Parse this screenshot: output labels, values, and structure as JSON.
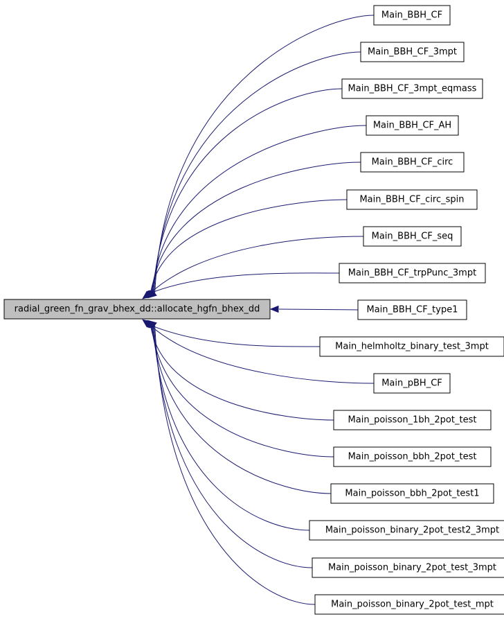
{
  "colors": {
    "root_fill": "#bfbfbf",
    "node_fill": "#ffffff",
    "border": "#000000",
    "edge": "#191970"
  },
  "root": {
    "label": "radial_green_fn_grav_bhex_dd::allocate_hgfn_bhex_dd"
  },
  "callers": [
    {
      "label": "Main_BBH_CF"
    },
    {
      "label": "Main_BBH_CF_3mpt"
    },
    {
      "label": "Main_BBH_CF_3mpt_eqmass"
    },
    {
      "label": "Main_BBH_CF_AH"
    },
    {
      "label": "Main_BBH_CF_circ"
    },
    {
      "label": "Main_BBH_CF_circ_spin"
    },
    {
      "label": "Main_BBH_CF_seq"
    },
    {
      "label": "Main_BBH_CF_trpPunc_3mpt"
    },
    {
      "label": "Main_BBH_CF_type1"
    },
    {
      "label": "Main_helmholtz_binary_test_3mpt"
    },
    {
      "label": "Main_pBH_CF"
    },
    {
      "label": "Main_poisson_1bh_2pot_test"
    },
    {
      "label": "Main_poisson_bbh_2pot_test"
    },
    {
      "label": "Main_poisson_bbh_2pot_test1"
    },
    {
      "label": "Main_poisson_binary_2pot_test2_3mpt"
    },
    {
      "label": "Main_poisson_binary_2pot_test_3mpt"
    },
    {
      "label": "Main_poisson_binary_2pot_test_mpt"
    }
  ]
}
